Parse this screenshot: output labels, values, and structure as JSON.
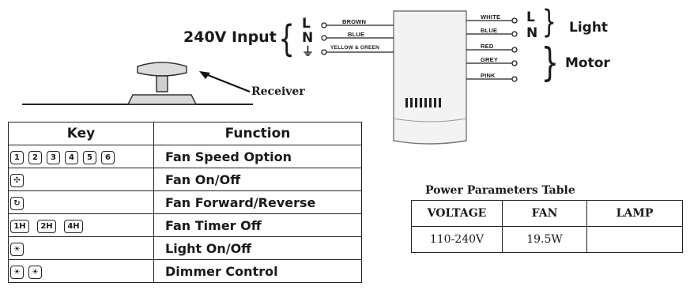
{
  "wiring": {
    "input_label": "240V Input",
    "inputs": [
      {
        "terminal": "L",
        "wire": "BROWN"
      },
      {
        "terminal": "N",
        "wire": "BLUE"
      },
      {
        "terminal": "⏚",
        "wire": "YELLOW & GREEN"
      }
    ],
    "outputs": [
      {
        "wire": "WHITE",
        "terminal": "L"
      },
      {
        "wire": "BLUE",
        "terminal": "N"
      },
      {
        "wire": "RED",
        "terminal": ""
      },
      {
        "wire": "GREY",
        "terminal": ""
      },
      {
        "wire": "PINK",
        "terminal": ""
      }
    ],
    "light_label": "Light",
    "motor_label": "Motor",
    "receiver_label": "Receiver"
  },
  "key_table": {
    "headers": [
      "Key",
      "Function"
    ],
    "rows": [
      {
        "keys": [
          "1",
          "2",
          "3",
          "4",
          "5",
          "6"
        ],
        "function": "Fan Speed Option",
        "icon": "speed-number-keys"
      },
      {
        "keys": [],
        "function": "Fan On/Off",
        "icon": "fan-icon"
      },
      {
        "keys": [],
        "function": "Fan Forward/Reverse",
        "icon": "reverse-icon"
      },
      {
        "keys": [
          "1H",
          "2H",
          "4H"
        ],
        "function": "Fan Timer Off",
        "icon": "timer-keys"
      },
      {
        "keys": [],
        "function": "Light On/Off",
        "icon": "bulb-icon"
      },
      {
        "keys": [],
        "function": "Dimmer Control",
        "icon": "dimmer-bulb-icons"
      }
    ]
  },
  "power_table": {
    "title": "Power Parameters Table",
    "headers": [
      "VOLTAGE",
      "FAN",
      "LAMP"
    ],
    "row": [
      "110-240V",
      "19.5W",
      ""
    ]
  }
}
